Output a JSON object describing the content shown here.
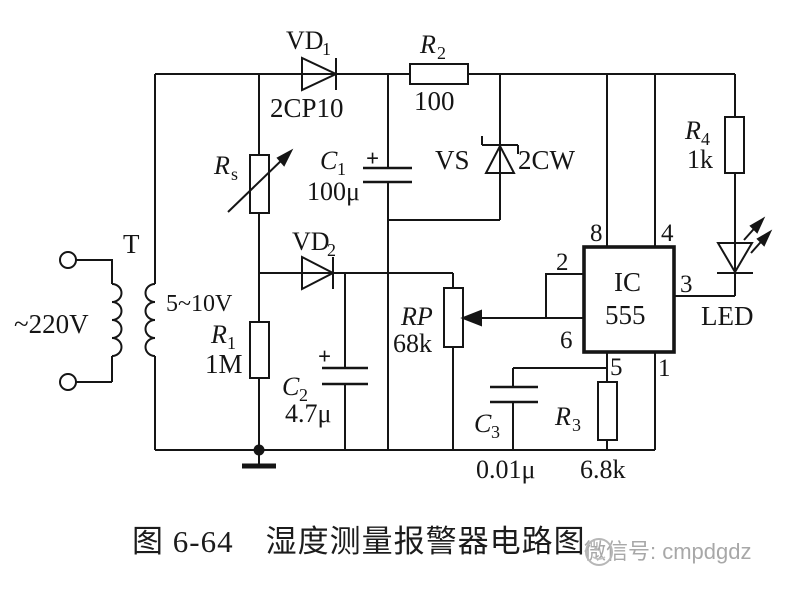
{
  "caption": "图 6-64　湿度测量报警器电路图",
  "watermark": {
    "icon": "wechat-id-badge-icon",
    "text": "微信号: cmpdgdz"
  },
  "colors": {
    "line": "#151515",
    "background": "#ffffff",
    "watermark": "#a8a8a8"
  },
  "power": {
    "mains": "~220V",
    "transformer": "T",
    "secondary": "5~10V"
  },
  "ic": {
    "name": "IC",
    "model": "555",
    "pins": {
      "p8": "8",
      "p4": "4",
      "p2": "2",
      "p6": "6",
      "p3": "3",
      "p5": "5",
      "p1": "1"
    }
  },
  "parts": {
    "vd1": {
      "ref": "VD",
      "sub": "1",
      "model": "2CP10"
    },
    "vd2": {
      "ref": "VD",
      "sub": "2"
    },
    "rs": {
      "ref": "R",
      "sub": "s"
    },
    "r1": {
      "ref": "R",
      "sub": "1",
      "value": "1M"
    },
    "r2": {
      "ref": "R",
      "sub": "2",
      "value": "100"
    },
    "r3": {
      "ref": "R",
      "sub": "3",
      "value": "6.8k"
    },
    "r4": {
      "ref": "R",
      "sub": "4",
      "value": "1k"
    },
    "rp": {
      "ref": "RP",
      "value": "68k"
    },
    "c1": {
      "ref": "C",
      "sub": "1",
      "value": "100μ",
      "plus": "+"
    },
    "c2": {
      "ref": "C",
      "sub": "2",
      "value": "4.7μ",
      "plus": "+"
    },
    "c3": {
      "ref": "C",
      "sub": "3",
      "value": "0.01μ"
    },
    "vs": {
      "ref": "VS",
      "model": "2CW"
    },
    "led": {
      "ref": "LED"
    }
  }
}
